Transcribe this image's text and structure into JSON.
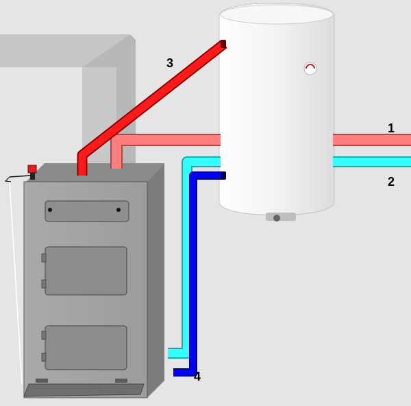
{
  "labels": {
    "l1": "1",
    "l2": "2",
    "l3": "3",
    "l4": "4"
  },
  "colors": {
    "background": "#e5e5e5",
    "hot_line": "#ff7f7f",
    "hot_supply": "#ff1a1a",
    "cold_line": "#33ffff",
    "return_line": "#0000ff",
    "boiler_body": "#a4a4a4",
    "tank_body": "#efefef"
  }
}
